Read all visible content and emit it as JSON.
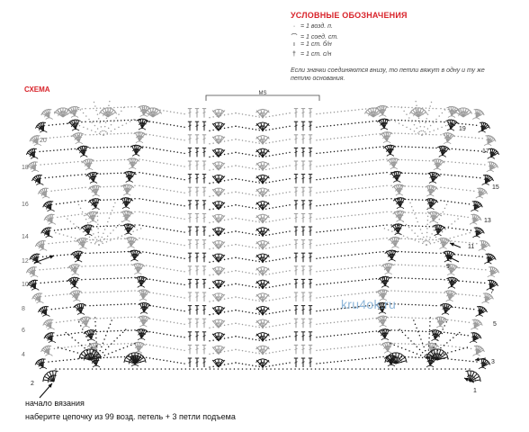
{
  "legend": {
    "title": "УСЛОВНЫЕ ОБОЗНАЧЕНИЯ",
    "items": [
      {
        "symbol": "·",
        "text": "= 1 возд. п."
      },
      {
        "symbol": "⌒",
        "text": "= 1 соед. ст."
      },
      {
        "symbol": "ı",
        "text": "= 1 ст. б/н"
      },
      {
        "symbol": "†",
        "text": "= 1 ст. с/н"
      }
    ],
    "note": "Если значки соединяются внизу, то петли вяжут в одну и ту же петлю основания."
  },
  "scheme_title": "СХЕМА",
  "center_mark": "MS",
  "left_row_numbers": [
    "2",
    "4",
    "6",
    "8",
    "10",
    "12",
    "14",
    "16",
    "18",
    "20"
  ],
  "right_row_numbers": [
    "1",
    "3",
    "5",
    "7",
    "9",
    "11",
    "13",
    "15",
    "17",
    "19"
  ],
  "watermark": "kru4ok.ru",
  "start_label": "начало вязания",
  "start_instruction": "наберите цепочку из 99 возд. петель + 3 петли подъема",
  "colors": {
    "accent": "#d8232a",
    "ink": "#1a1a1a",
    "gray_ink": "#9a9a9a",
    "watermark": "#8eb6d9"
  }
}
